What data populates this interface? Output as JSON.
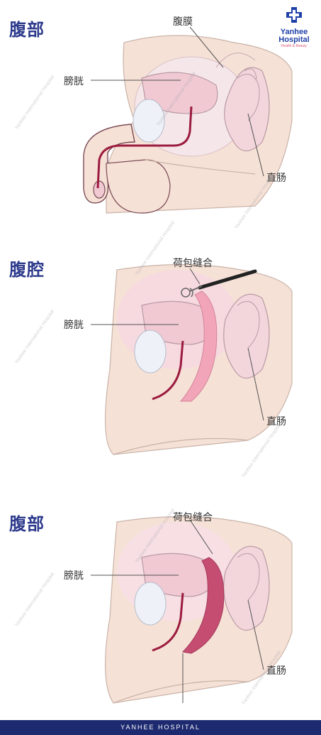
{
  "logo": {
    "brand_line1": "Yanhee",
    "brand_line2": "Hospital",
    "tagline": "Health & Beauty"
  },
  "watermark": "Yanhee International Hospital",
  "panels": [
    {
      "heading": "腹部",
      "labels": {
        "peritoneum": "腹膜",
        "bladder": "膀胱",
        "rectum": "直肠"
      }
    },
    {
      "heading": "腹腔",
      "labels": {
        "purse_string": "荷包缝合",
        "bladder": "膀胱",
        "rectum": "直肠"
      }
    },
    {
      "heading": "腹部",
      "labels": {
        "purse_string": "荷包缝合",
        "bladder": "膀胱",
        "rectum": "直肠"
      }
    }
  ],
  "footer": {
    "text": "YANHEE HOSPITAL"
  },
  "colors": {
    "heading": "#2d3a8c",
    "skin": "#f6e1d6",
    "urethra": "#9b1b3e",
    "canal": "#f2a5b8",
    "footer": "#1d2a70"
  }
}
